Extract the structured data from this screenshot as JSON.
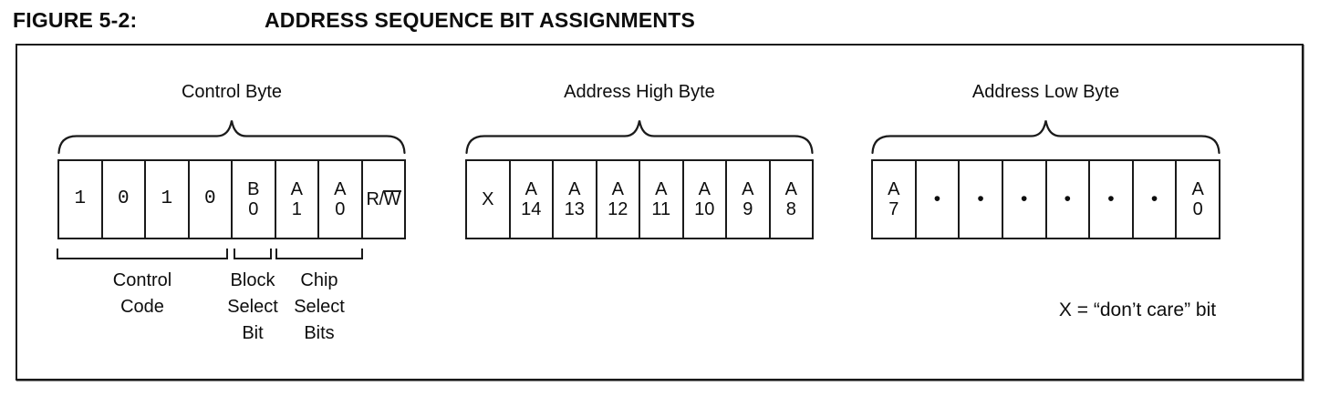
{
  "figure": {
    "label": "FIGURE 5-2:",
    "title": "ADDRESS SEQUENCE BIT ASSIGNMENTS"
  },
  "byte_groups": [
    {
      "name": "Control Byte",
      "cells": [
        {
          "t": "mono",
          "v": "1"
        },
        {
          "t": "mono",
          "v": "0"
        },
        {
          "t": "mono",
          "v": "1"
        },
        {
          "t": "mono",
          "v": "0"
        },
        {
          "t": "stack",
          "v": [
            "B",
            "0"
          ]
        },
        {
          "t": "stack",
          "v": [
            "A",
            "1"
          ]
        },
        {
          "t": "stack",
          "v": [
            "A",
            "0"
          ]
        },
        {
          "t": "rw",
          "pre": "R/",
          "over": "W"
        }
      ],
      "annotations": [
        {
          "lines": [
            "Control",
            "Code"
          ]
        },
        {
          "lines": [
            "Block",
            "Select",
            "Bit"
          ]
        },
        {
          "lines": [
            "Chip",
            "Select",
            "Bits"
          ]
        }
      ]
    },
    {
      "name": "Address High Byte",
      "cells": [
        {
          "t": "plain",
          "v": "X"
        },
        {
          "t": "stack",
          "v": [
            "A",
            "14"
          ]
        },
        {
          "t": "stack",
          "v": [
            "A",
            "13"
          ]
        },
        {
          "t": "stack",
          "v": [
            "A",
            "12"
          ]
        },
        {
          "t": "stack",
          "v": [
            "A",
            "11"
          ]
        },
        {
          "t": "stack",
          "v": [
            "A",
            "10"
          ]
        },
        {
          "t": "stack",
          "v": [
            "A",
            "9"
          ]
        },
        {
          "t": "stack",
          "v": [
            "A",
            "8"
          ]
        }
      ],
      "annotations": []
    },
    {
      "name": "Address Low Byte",
      "cells": [
        {
          "t": "stack",
          "v": [
            "A",
            "7"
          ]
        },
        {
          "t": "dot",
          "v": "•"
        },
        {
          "t": "dot",
          "v": "•"
        },
        {
          "t": "dot",
          "v": "•"
        },
        {
          "t": "dot",
          "v": "•"
        },
        {
          "t": "dot",
          "v": "•"
        },
        {
          "t": "dot",
          "v": "•"
        },
        {
          "t": "stack",
          "v": [
            "A",
            "0"
          ]
        }
      ],
      "annotations": []
    }
  ],
  "note": "X = “don’t care” bit"
}
